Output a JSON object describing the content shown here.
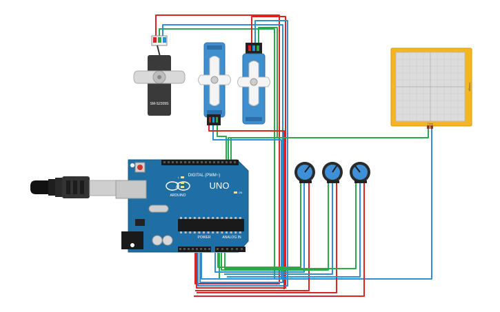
{
  "labels": {
    "servo_model": "SM-S2309S",
    "arduino_brand": "ARDUINO",
    "arduino_model": "UNO",
    "digital_header": "DIGITAL (PWM~)",
    "analog_header": "ANALOG IN",
    "power_header": "POWER",
    "on_led": "ON",
    "tx": "TX",
    "rx": "RX",
    "l_led": "L",
    "scope_time": "Time",
    "scope_voltage": "Voltage"
  },
  "colors": {
    "arduino": "#1f6fa5",
    "servo_blue": "#3f8fcf",
    "servo_black": "#3a3a3a",
    "wire_red": "#d22",
    "wire_green": "#2aa84a",
    "wire_blue": "#2b8fd6",
    "scope_frame": "#f4b520",
    "scope_screen": "#dcdcdc",
    "pot_body": "#2a2a2a",
    "pot_knob": "#3f8fd6"
  },
  "icons": {
    "usb_plug": "usb-cable-icon",
    "reset": "reset-button-icon"
  }
}
